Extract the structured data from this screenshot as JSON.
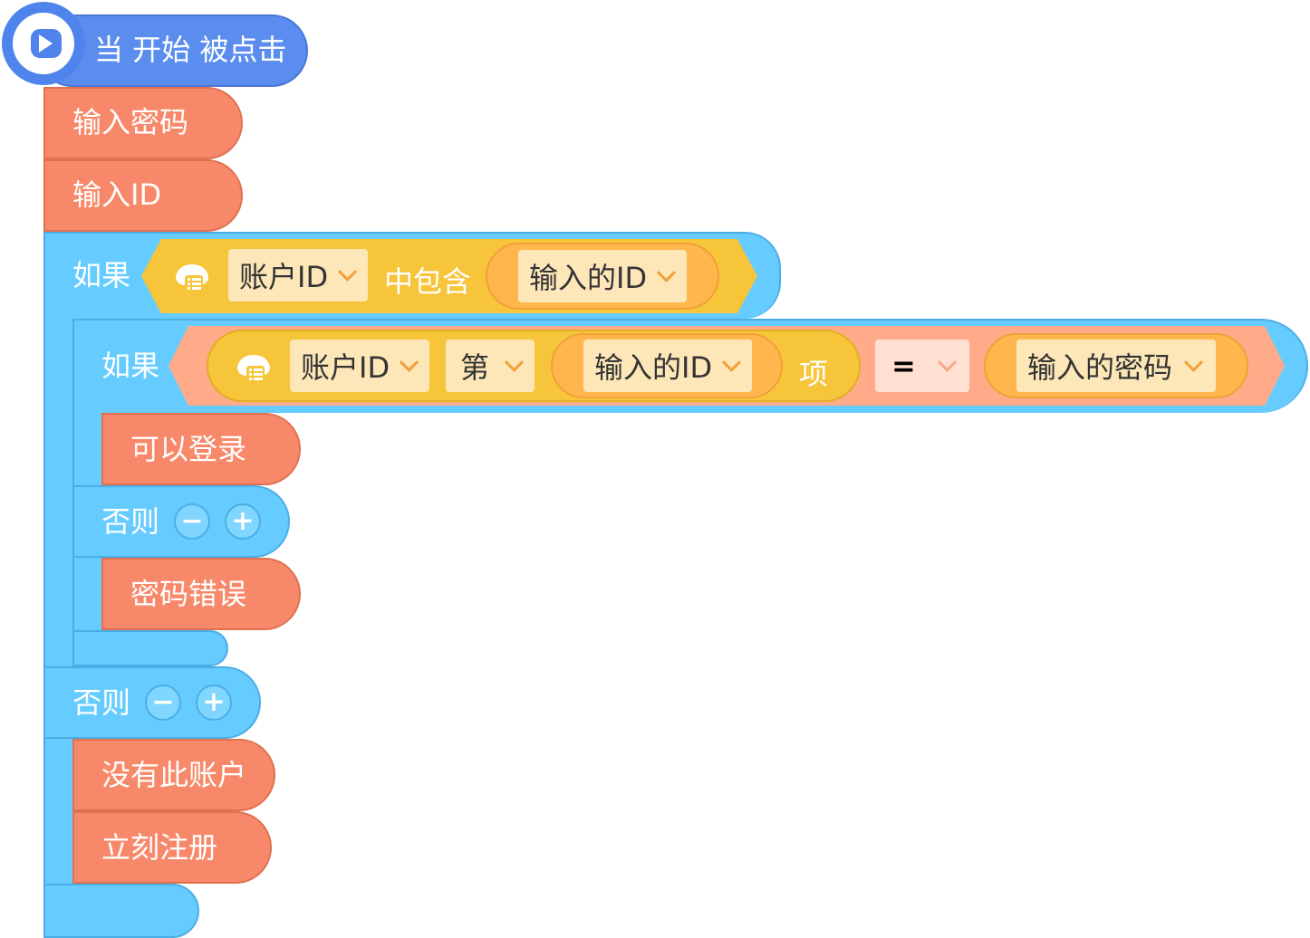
{
  "hat": {
    "label": "当 开始 被点击",
    "icon": "play-icon"
  },
  "blocks": {
    "input_password": "输入密码",
    "input_id": "输入ID"
  },
  "if_outer": {
    "if_label": "如果",
    "cloud_icon": "cloud-list-icon",
    "list_dropdown": "账户ID",
    "contains_label": "中包含",
    "value_dropdown": "输入的ID",
    "else_label": "否则",
    "minus": "−",
    "plus": "+"
  },
  "if_inner": {
    "if_label": "如果",
    "cloud_icon": "cloud-list-icon",
    "list_dropdown": "账户ID",
    "index_dropdown": "第",
    "value_dropdown": "输入的ID",
    "item_label": "项",
    "operator_dropdown": "=",
    "compare_dropdown": "输入的密码",
    "then_block": "可以登录",
    "else_label": "否则",
    "minus": "−",
    "plus": "+",
    "else_block": "密码错误"
  },
  "outer_else_blocks": [
    "没有此账户",
    "立刻注册"
  ],
  "colors": {
    "event": "#5b8def",
    "action": "#f7896a",
    "control": "#66ccff",
    "boolean": "#f7c53a",
    "operator": "#ffaa88",
    "reporter": "#ffb74d"
  }
}
